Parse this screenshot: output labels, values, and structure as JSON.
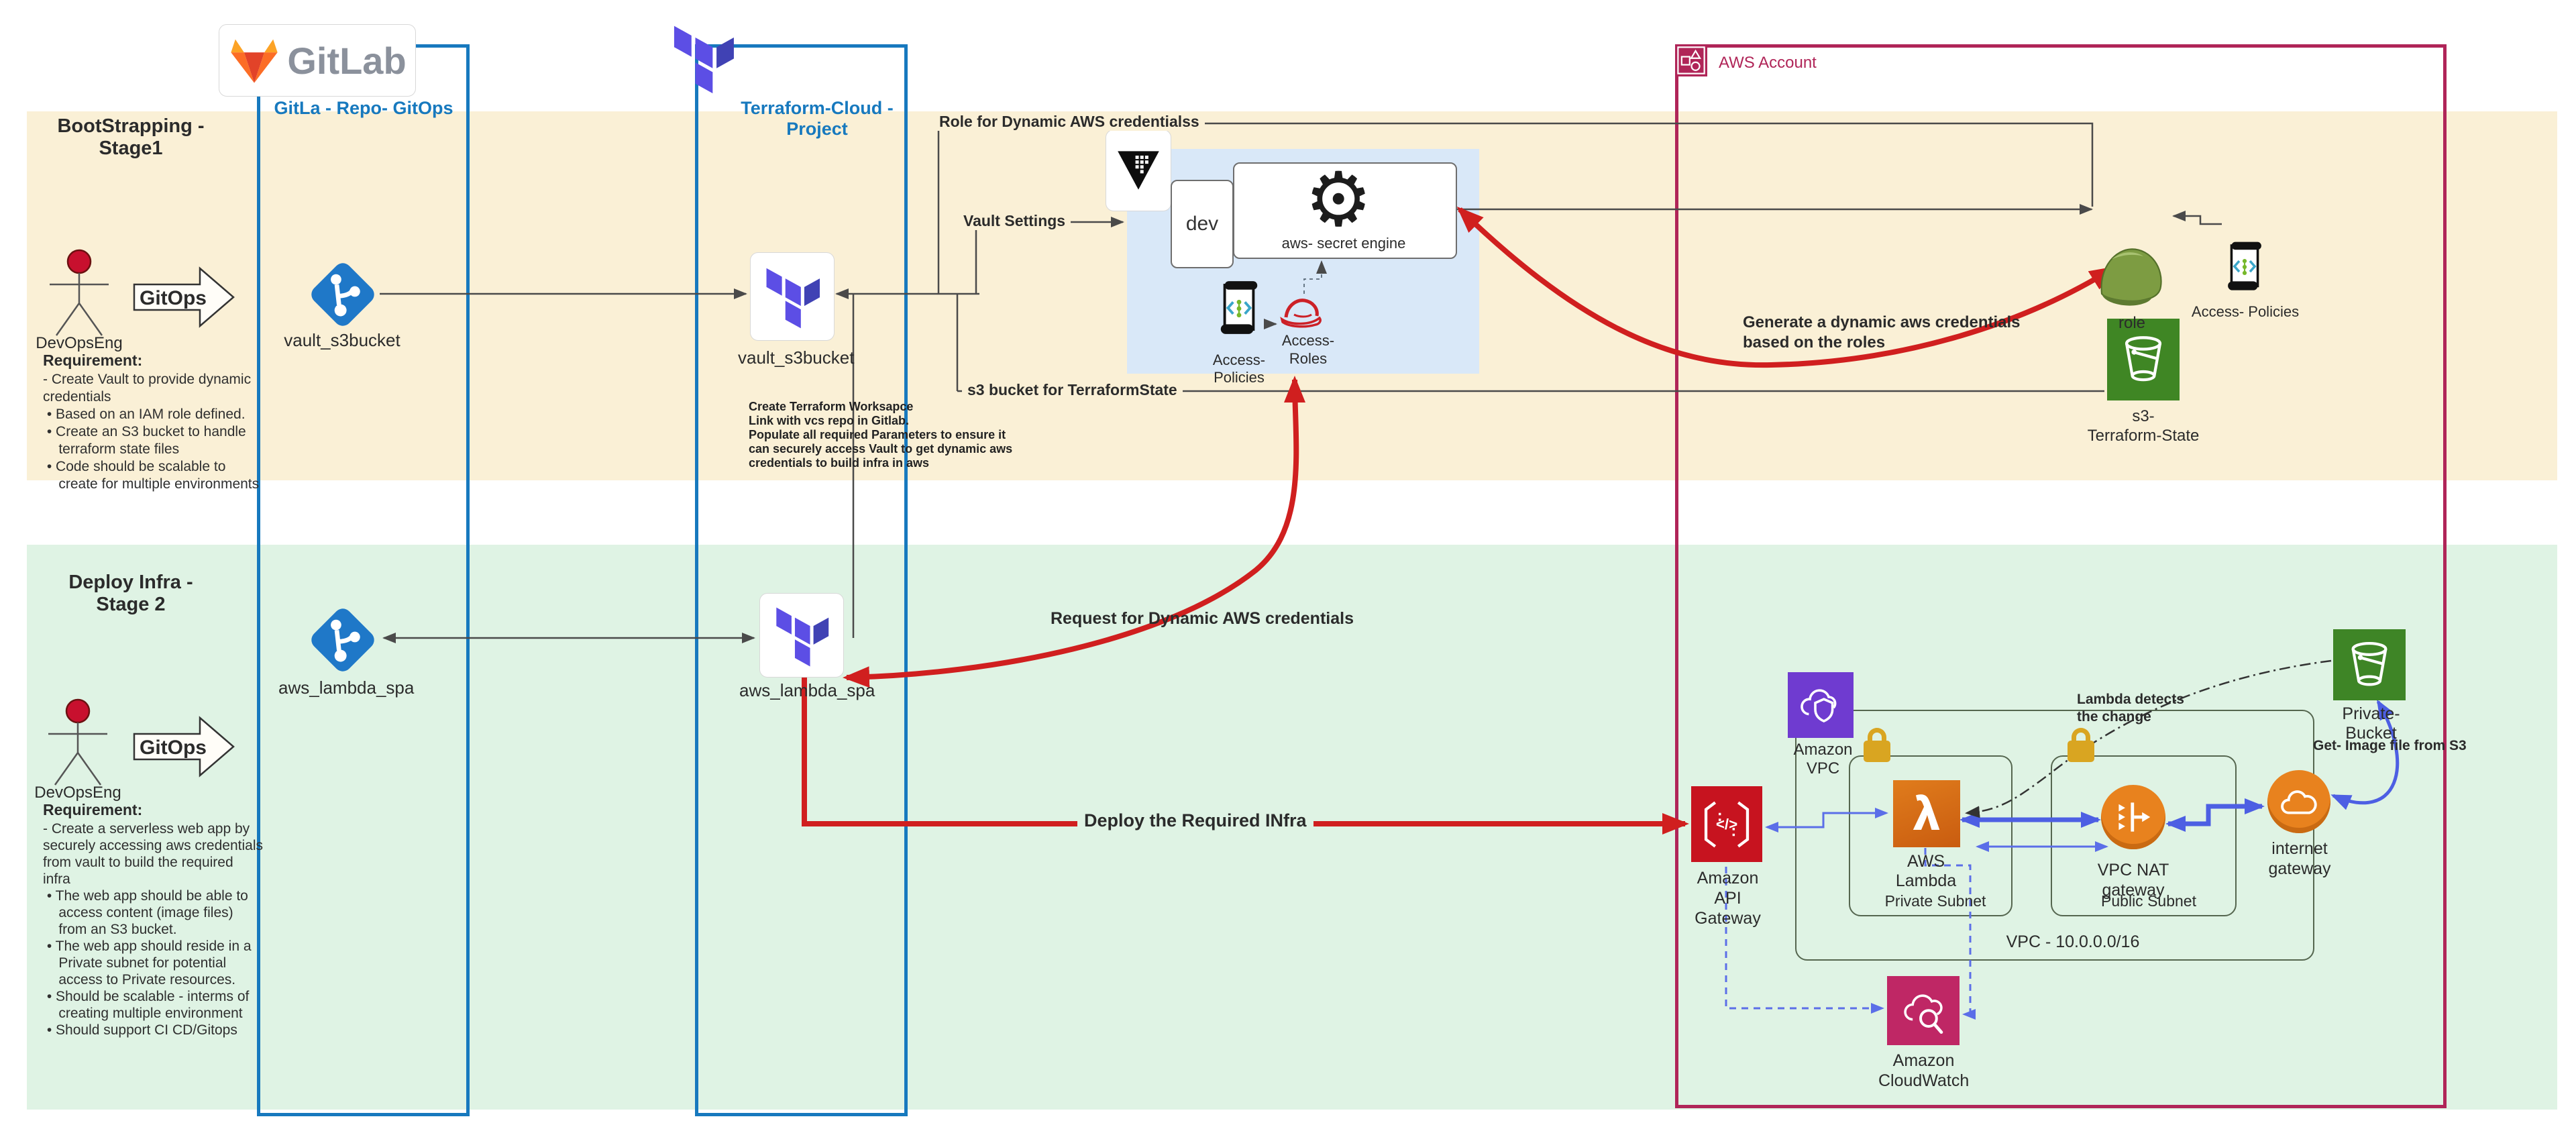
{
  "colors": {
    "stage1_bg": "#faf0d6",
    "stage2_bg": "#dff3e4",
    "column_border": "#1779be",
    "aws_border": "#b02558",
    "accent_red": "#d01f1f",
    "accent_blue": "#4d5fe3",
    "vault_panel": "#d9e8f8"
  },
  "icons": {
    "secret_engine_gear": "⚙",
    "lambda_glyph": "λ",
    "api_gateway_glyph": "</>"
  },
  "gitlab": {
    "brand": "GitLab",
    "column_label": "GitLa - Repo- GitOps",
    "repo_stage1": "vault_s3bucket",
    "repo_stage2": "aws_lambda_spa"
  },
  "terraform": {
    "column_label": "Terraform-Cloud - Project",
    "workspace_stage1": "vault_s3bucket",
    "workspace_stage2": "aws_lambda_spa",
    "workspace_note": "Create Terraform Worksapce\nLink with vcs repo in Gitlab.\nPopulate all required Parameters to ensure it\ncan securely access Vault to get dynamic aws\ncredentials to build infra in aws"
  },
  "stage1": {
    "title": "BootStrapping -\nStage1",
    "actor": "DevOpsEng",
    "gitops": "GitOps",
    "req_heading": "Requirement:",
    "req_body": "- Create Vault to provide dynamic\ncredentials\n • Based on an IAM role defined.\n • Create an S3 bucket to handle\n    terraform state files\n • Code should be scalable to\n    create for multiple environments"
  },
  "stage2": {
    "title": "Deploy Infra -\nStage 2",
    "actor": "DevOpsEng",
    "gitops": "GitOps",
    "req_heading": "Requirement:",
    "req_body": "- Create a serverless web app by\nsecurely accessing aws credentials\nfrom vault to build the required\ninfra\n • The web app should be able to\n    access content (image files)\n    from an S3 bucket.\n • The web app should reside in a\n    Private subnet for potential\n    access to Private resources.\n • Should be scalable - interms of\n    creating multiple environment\n • Should support CI CD/Gitops"
  },
  "vault": {
    "dev": "dev",
    "engine": "aws- secret engine",
    "policies": "Access- Policies",
    "roles": "Access-\nRoles"
  },
  "aws": {
    "account": "AWS Account",
    "role": "role",
    "policies": "Access- Policies",
    "s3_state": "s3-\nTerraform-State",
    "vpc_icon": "Amazon VPC",
    "vpc": "VPC - 10.0.0.0/16",
    "private_subnet": "Private Subnet",
    "public_subnet": "Public Subnet",
    "lambda": "AWS Lambda",
    "nat": "VPC NAT\ngateway",
    "igw": "internet\ngateway",
    "api": "Amazon API\nGateway",
    "cloudwatch": "Amazon\nCloudWatch",
    "private_bucket": "Private- Bucket"
  },
  "notes": {
    "role_line": "Role for Dynamic AWS credentialss",
    "vault_settings": "Vault Settings",
    "s3_line": "s3 bucket for TerraformState",
    "generate": "Generate a dynamic aws credentials\nbased on the roles",
    "request": "Request for Dynamic AWS credentials",
    "deploy": "Deploy the Required INfra",
    "lambda_detects": "Lambda detects\nthe change",
    "get_image": "Get- Image file from S3"
  }
}
